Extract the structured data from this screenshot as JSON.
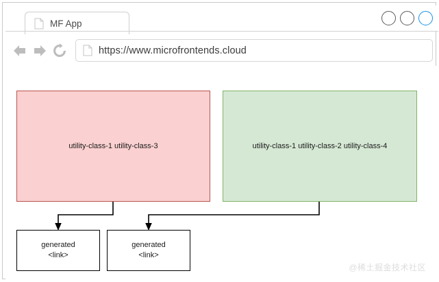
{
  "browser": {
    "tab": {
      "title": "MF App",
      "icon": "page-icon"
    },
    "window_buttons": [
      {
        "name": "window-circle-1",
        "accent": false
      },
      {
        "name": "window-circle-2",
        "accent": false
      },
      {
        "name": "window-circle-3",
        "accent": true
      }
    ],
    "accent_color": "#1a91e0",
    "toolbar": {
      "back_icon": "arrow-left-icon",
      "forward_icon": "arrow-right-icon",
      "reload_icon": "reload-icon",
      "url_icon": "page-icon",
      "url": "https://www.microfrontends.cloud"
    }
  },
  "diagram": {
    "nodes": [
      {
        "id": "pink-block",
        "label": "utility-class-1 utility-class-3",
        "fill": "#fad0d0",
        "stroke": "#b85450"
      },
      {
        "id": "green-block",
        "label": "utility-class-1 utility-class-2 utility-class-4",
        "fill": "#d5e8d4",
        "stroke": "#82b366"
      },
      {
        "id": "generated-link-1",
        "label_line1": "generated",
        "label_line2": "<link>",
        "fill": "#ffffff",
        "stroke": "#000000"
      },
      {
        "id": "generated-link-2",
        "label_line1": "generated",
        "label_line2": "<link>",
        "fill": "#ffffff",
        "stroke": "#000000"
      }
    ],
    "edges": [
      {
        "from": "pink-block",
        "to": "generated-link-1"
      },
      {
        "from": "green-block",
        "to": "generated-link-2"
      }
    ]
  },
  "watermark": {
    "text": "@稀土掘金技术社区"
  }
}
